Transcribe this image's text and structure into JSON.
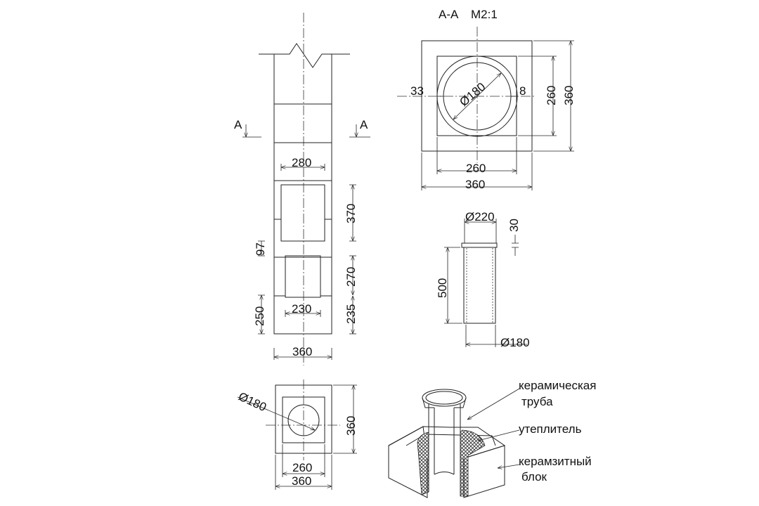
{
  "section_marker": "A",
  "section_title": "A-A",
  "scale": "M2:1",
  "elevation": {
    "width_280": "280",
    "height_370": "370",
    "gap_97": "97",
    "height_270": "270",
    "height_235": "235",
    "height_250": "250",
    "width_230": "230",
    "width_360": "360"
  },
  "section_view": {
    "offset_33": "33",
    "diameter_180": "Ø180",
    "wall_8": "8",
    "inner_260_v": "260",
    "outer_360_v": "360",
    "inner_260_h": "260",
    "outer_360_h": "360"
  },
  "pipe_view": {
    "diameter_220": "Ø220",
    "collar_30": "30",
    "length_500": "500",
    "diameter_180": "Ø180"
  },
  "plan_view": {
    "diameter_180": "Ø180",
    "outer_360_v": "360",
    "inner_260": "260",
    "outer_360_h": "360"
  },
  "legend": {
    "pipe_line1": "керамическая",
    "pipe_line2": "труба",
    "insulation": "утеплитель",
    "block_line1": "керамзитный",
    "block_line2": "блок"
  }
}
